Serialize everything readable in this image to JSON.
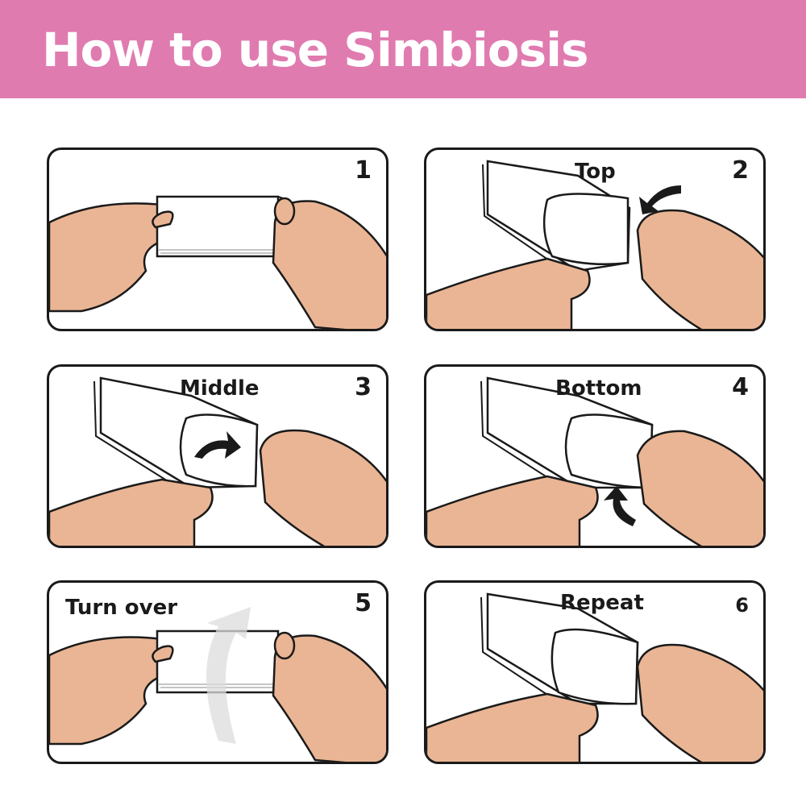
{
  "header": {
    "title": "How to use Simbiosis"
  },
  "colors": {
    "banner": "#e07bb0",
    "skin": "#eab594",
    "outline": "#1a1a1a"
  },
  "steps": [
    {
      "number": "1",
      "label": ""
    },
    {
      "number": "2",
      "label": "Top"
    },
    {
      "number": "3",
      "label": "Middle"
    },
    {
      "number": "4",
      "label": "Bottom"
    },
    {
      "number": "5",
      "label": "Turn over"
    },
    {
      "number": "6",
      "label": "Repeat"
    }
  ]
}
